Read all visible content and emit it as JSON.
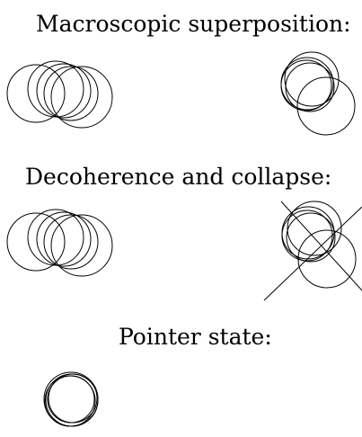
{
  "sections": [
    {
      "heading": "Macroscopic superposition:"
    },
    {
      "heading": "Decoherence and collapse:"
    },
    {
      "heading": "Pointer state:"
    }
  ]
}
